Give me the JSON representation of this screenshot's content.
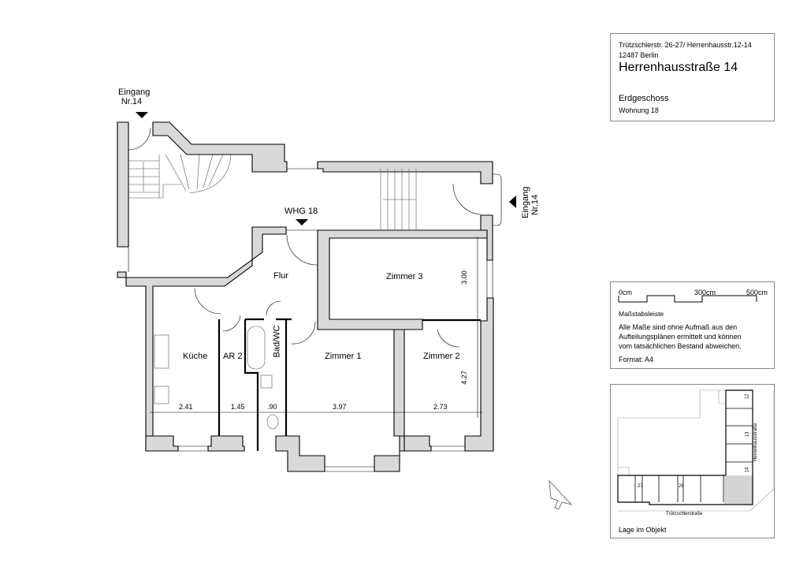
{
  "title_block": {
    "address_line": "Trützschlerstr. 26-27/ Herrenhausstr.12-14",
    "city_line": "12487 Berlin",
    "building": "Herrenhausstraße 14",
    "floor": "Erdgeschoss",
    "unit": "Wohnung 18"
  },
  "scale_block": {
    "tick_0": "0cm",
    "tick_300": "300cm",
    "tick_500": "500cm",
    "scale_label": "Maßstabsleiste",
    "disclaimer_1": "Alle Maße sind ohne Aufmaß aus den",
    "disclaimer_2": "Aufteilungsplänen ermittelt und können",
    "disclaimer_3": "vom tatsächlichen Bestand abweichen.",
    "format": "Format: A4"
  },
  "site_plan": {
    "street_bottom": "Trützschlerstraße",
    "street_right": "Herrenhausstraße",
    "caption": "Lage im Objekt",
    "house_numbers": [
      "12",
      "13",
      "14",
      "27",
      "26"
    ]
  },
  "floor_plan": {
    "entrance_top": {
      "line1": "Eingang",
      "line2": "Nr.14"
    },
    "entrance_right": {
      "line1": "Eingang",
      "line2": "Nr.14"
    },
    "unit_marker": "WHG 18",
    "rooms": {
      "flur": "Flur",
      "zimmer3": "Zimmer 3",
      "kueche": "Küche",
      "ar2": "AR 2",
      "bad": "Bad/WC",
      "zimmer1": "Zimmer 1",
      "zimmer2": "Zimmer 2"
    },
    "dimensions": {
      "kueche_w": "2.41",
      "ar2_w": "1.45",
      "bad_w": ".90",
      "zimmer1_w": "3.97",
      "zimmer2_w": "2.73",
      "zimmer3_h": "3.00",
      "zimmer2_h": "4.27"
    }
  }
}
